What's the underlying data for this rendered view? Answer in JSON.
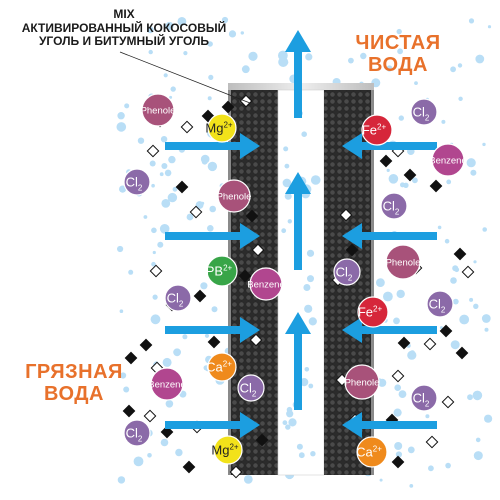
{
  "caption": {
    "line1": "MIX",
    "line2": "АКТИВИРОВАННЫЙ КОКОСОВЫЙ",
    "line3": "УГОЛЬ И БИТУМНЫЙ УГОЛЬ"
  },
  "clean_water": {
    "line1": "ЧИСТАЯ",
    "line2": "ВОДА"
  },
  "dirty_water": {
    "line1": "ГРЯЗНАЯ",
    "line2": "ВОДА"
  },
  "molecules": {
    "phenol": "Phenole",
    "benzene": "Benzene",
    "chlorine": {
      "base": "Cl",
      "sub": "2"
    },
    "iron": {
      "base": "Fe",
      "sup": "2+"
    },
    "magnesium": {
      "base": "Mg",
      "sup": "2+"
    },
    "lead": {
      "base": "PB",
      "sup": "2+"
    },
    "calcium": {
      "base": "Ca",
      "sup": "2+"
    }
  },
  "colors": {
    "accent_orange": "#e8712b",
    "arrow_blue": "#1c9ee0",
    "carbon_dark": "#3a3a3a",
    "droplet_blue": "#b9def6",
    "phenol": "#a8527a",
    "benzene": "#b1468f",
    "chlorine": "#8b6aa8",
    "iron": "#d6263a",
    "metal_yellow": "#f2e21a",
    "lead_green": "#38a548",
    "calcium": "#ef8a1c"
  }
}
